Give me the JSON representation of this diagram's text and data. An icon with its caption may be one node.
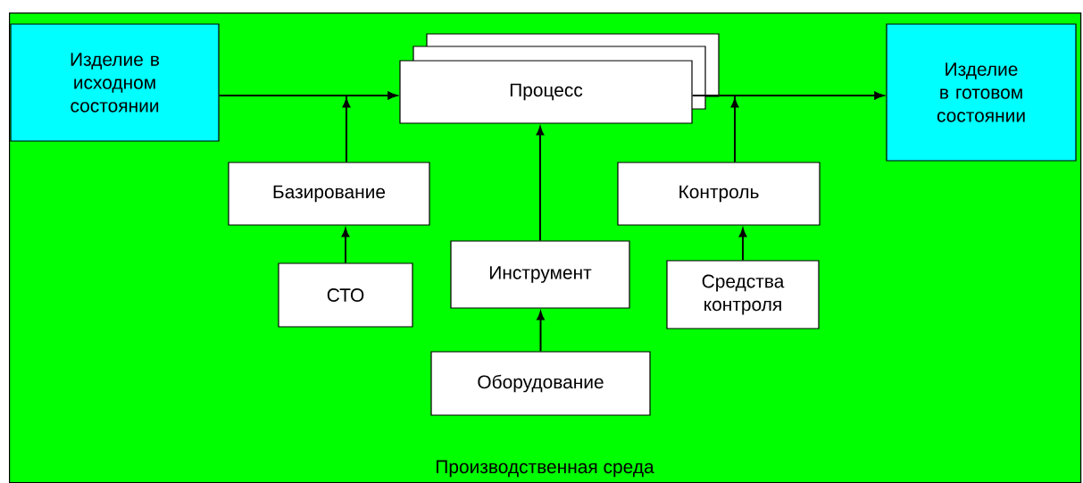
{
  "diagram": {
    "nodes": [
      {
        "text": [
          "Производственная среда"
        ]
      },
      {
        "text": [
          "Изделие в исходном состоянии"
        ],
        "in": 0
      },
      {
        "text": [
          "Процесс"
        ],
        "in": 0
      },
      {
        "text": [
          "Изделие в готовом состоянии"
        ],
        "in": 0
      },
      {
        "text": [
          "Базирование"
        ],
        "in": 0
      },
      {
        "text": [
          "Контроль"
        ],
        "in": 0
      },
      {
        "text": [
          "СТО"
        ],
        "in": 0
      },
      {
        "text": [
          "Инструмент"
        ],
        "in": 0
      },
      {
        "text": [
          "Средства контроля"
        ],
        "in": 0
      },
      {
        "text": [
          "Оборудование"
        ],
        "in": 0
      }
    ],
    "edges": [
      {
        "from": 1,
        "to": 2,
        "arrow": "to"
      },
      {
        "from": 2,
        "to": 3,
        "arrow": "to"
      },
      {
        "from": 4,
        "to": 2,
        "arrow": "to"
      },
      {
        "from": 5,
        "to": 3,
        "arrow": "to"
      },
      {
        "from": 6,
        "to": 4,
        "arrow": "to"
      },
      {
        "from": 7,
        "to": 2,
        "arrow": "to"
      },
      {
        "from": 9,
        "to": 7,
        "arrow": "to"
      },
      {
        "from": 8,
        "to": 5,
        "arrow": "to"
      }
    ]
  }
}
